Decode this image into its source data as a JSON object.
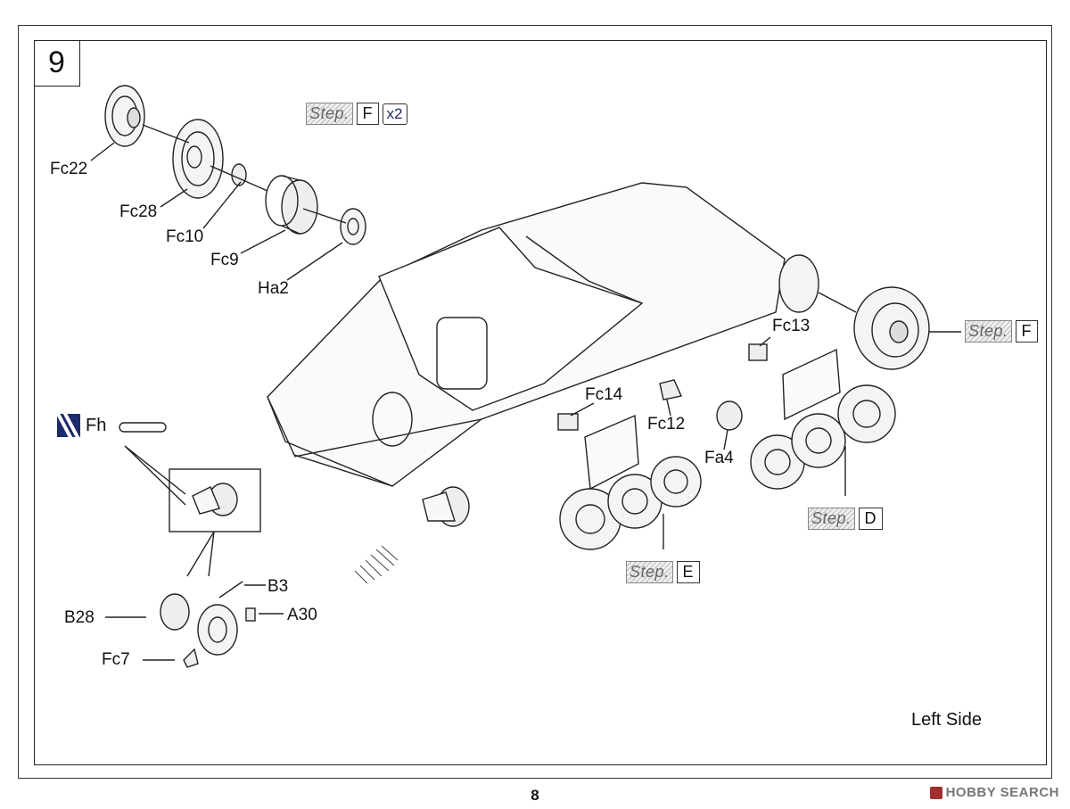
{
  "step": {
    "number": "9"
  },
  "labels": {
    "fc22": "Fc22",
    "fc28": "Fc28",
    "fc10": "Fc10",
    "fc9": "Fc9",
    "ha2": "Ha2",
    "fc13": "Fc13",
    "fc14": "Fc14",
    "fc12": "Fc12",
    "fa4": "Fa4",
    "b3": "B3",
    "b28": "B28",
    "a30": "A30",
    "fc7": "Fc7"
  },
  "step_refs": {
    "top": {
      "tag": "Step.",
      "letter": "F",
      "multiplier": "x2"
    },
    "right": {
      "tag": "Step.",
      "letter": "F"
    },
    "d": {
      "tag": "Step.",
      "letter": "D"
    },
    "e": {
      "tag": "Step.",
      "letter": "E"
    }
  },
  "fh": {
    "label": "Fh",
    "icon": "photo-etch-fret-icon"
  },
  "side_label": "Left Side",
  "page_number": "8",
  "watermark": "HOBBY SEARCH"
}
